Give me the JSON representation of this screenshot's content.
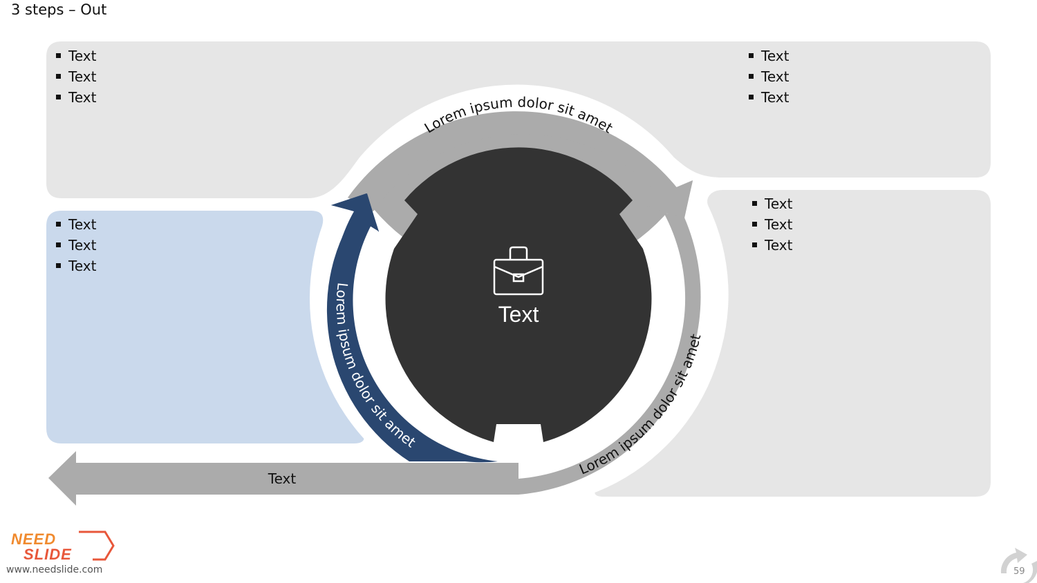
{
  "slide": {
    "title": "3 steps – Out",
    "page_number": "59"
  },
  "panels": {
    "top_left": {
      "items": [
        "Text",
        "Text",
        "Text"
      ]
    },
    "top_right": {
      "items": [
        "Text",
        "Text",
        "Text"
      ]
    },
    "middle_left": {
      "items": [
        "Text",
        "Text",
        "Text"
      ]
    },
    "middle_right": {
      "items": [
        "Text",
        "Text",
        "Text"
      ]
    }
  },
  "cycle": {
    "center_label": "Text",
    "center_icon": "briefcase-icon",
    "arcs": [
      {
        "label": "Lorem ipsum dolor sit amet",
        "color": "#ababab"
      },
      {
        "label": "Lorem ipsum dolor sit amet",
        "color": "#ababab"
      },
      {
        "label": "Lorem ipsum dolor sit amet",
        "color": "#2a4770"
      }
    ],
    "out_arrow_label": "Text"
  },
  "colors": {
    "panel_gray": "#e6e6e6",
    "panel_blue": "#cad9ec",
    "arrow_gray": "#ababab",
    "arrow_navy": "#2a4770",
    "center_dark": "#333333"
  },
  "footer": {
    "brand_line1": "NEED",
    "brand_line2": "SLIDE",
    "url": "www.needslide.com"
  }
}
